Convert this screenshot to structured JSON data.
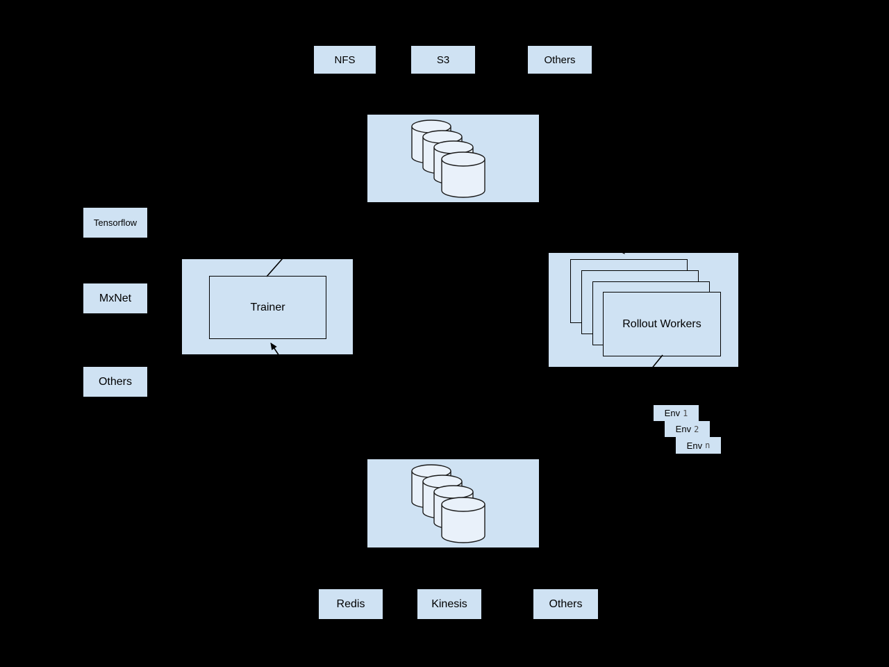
{
  "colors": {
    "background": "#000000",
    "box_fill": "#cfe2f3",
    "cylinder_fill": "#e9f1fa",
    "stroke": "#000000"
  },
  "storage_backends": [
    {
      "label": "NFS"
    },
    {
      "label": "S3"
    },
    {
      "label": "Others"
    }
  ],
  "frameworks": [
    {
      "label": "Tensorflow"
    },
    {
      "label": "MxNet"
    },
    {
      "label": "Others"
    }
  ],
  "trainer": {
    "label": "Trainer"
  },
  "rollout_workers": {
    "label": "Rollout Workers"
  },
  "environments": [
    {
      "name": "Env",
      "id": "1"
    },
    {
      "name": "Env",
      "id": "2"
    },
    {
      "name": "Env",
      "id": "n"
    }
  ],
  "memory_backends": [
    {
      "label": "Redis"
    },
    {
      "label": "Kinesis"
    },
    {
      "label": "Others"
    }
  ]
}
